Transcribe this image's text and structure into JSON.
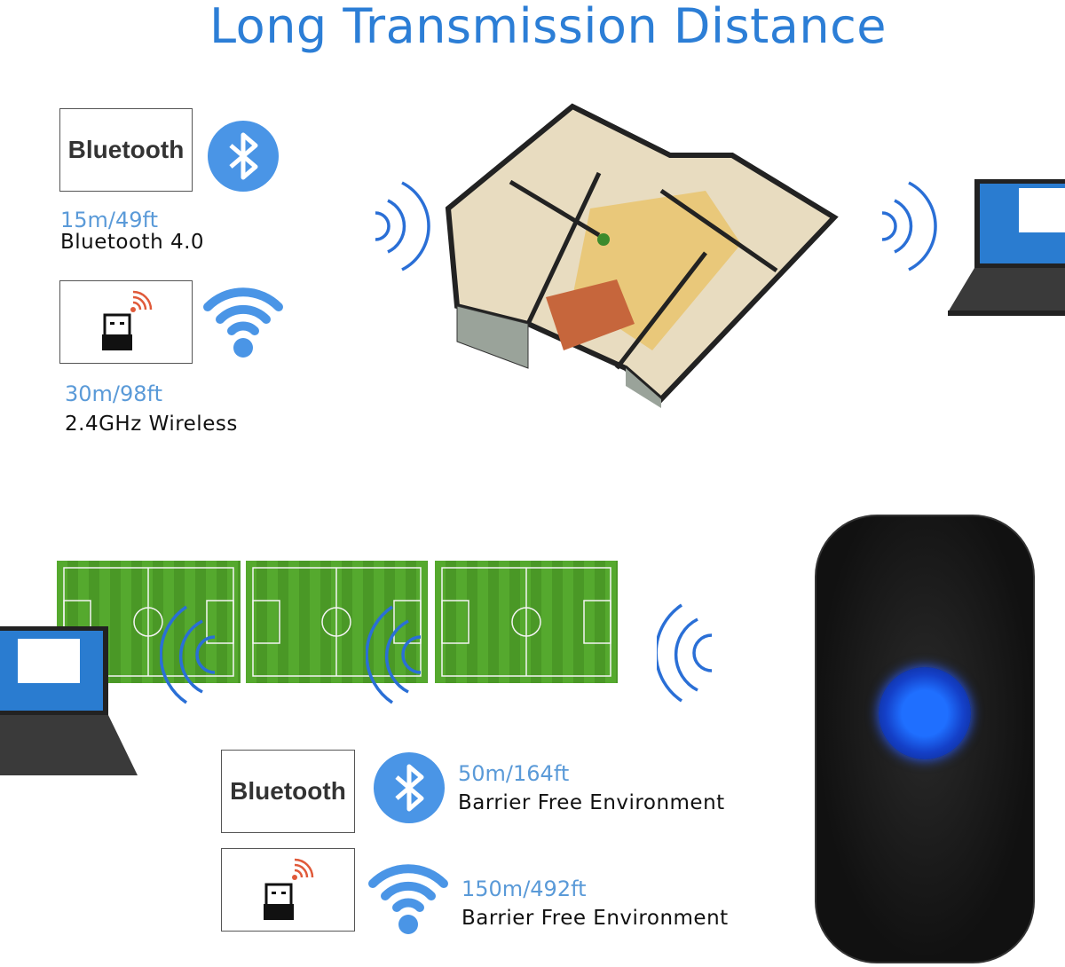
{
  "title": "Long Transmission Distance",
  "indoor": {
    "bluetooth": {
      "box_label": "Bluetooth",
      "range": "15m/49ft",
      "description": "Bluetooth 4.0"
    },
    "wireless": {
      "range": "30m/98ft",
      "description": "2.4GHz Wireless"
    }
  },
  "outdoor": {
    "bluetooth": {
      "box_label": "Bluetooth",
      "range": "50m/164ft",
      "description": "Barrier Free Environment"
    },
    "wireless": {
      "range": "150m/492ft",
      "description": "Barrier Free Environment"
    }
  },
  "colors": {
    "title": "#2c7ed6",
    "icon_blue": "#4a95e6",
    "range_text": "#5a9ad8",
    "led": "#1f6fff"
  }
}
